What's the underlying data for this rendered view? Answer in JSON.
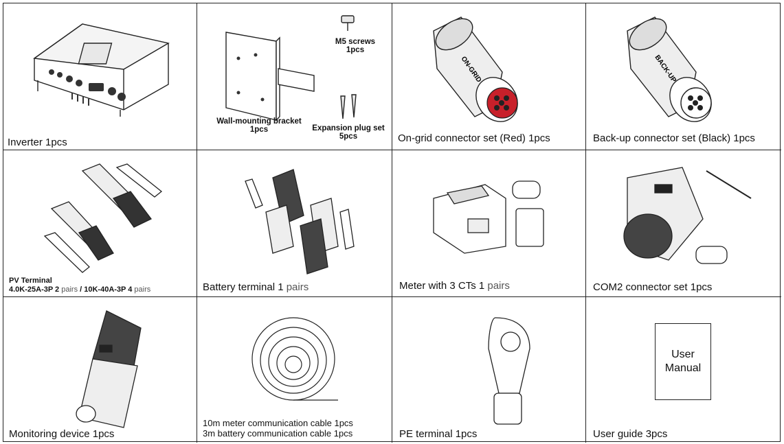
{
  "items": [
    {
      "label": "Inverter 1pcs"
    },
    {
      "label": "Wall-mounting bracket\n1pcs",
      "screws": "M5 screws\n1pcs",
      "plugs": "Expansion plug set\n5pcs"
    },
    {
      "label": "On-grid connector set (Red)  1pcs",
      "tag": "ON-GRID"
    },
    {
      "label": "Back-up connector set (Black)  1pcs",
      "tag": "BACK-UP"
    },
    {
      "label_line1": "PV Terminal",
      "label_line2_a": "4.0K-25A-3P 2 ",
      "label_line2_b": "pairs",
      "label_line2_c": " / 10K-40A-3P 4 ",
      "label_line2_d": "pairs"
    },
    {
      "label_a": "Battery terminal 1 ",
      "label_b": "pairs"
    },
    {
      "label_a": "Meter with 3 CTs 1 ",
      "label_b": "pairs"
    },
    {
      "label": "COM2 connector set 1pcs"
    },
    {
      "label": "Monitoring device 1pcs"
    },
    {
      "line1": "10m meter communication cable  1pcs",
      "line2": "3m battery communication cable  1pcs"
    },
    {
      "label": "PE terminal 1pcs"
    },
    {
      "label": "User guide 3pcs",
      "manual": "User\nManual"
    }
  ],
  "colors": {
    "on_grid_accent": "#c8202a",
    "line": "#222222"
  }
}
